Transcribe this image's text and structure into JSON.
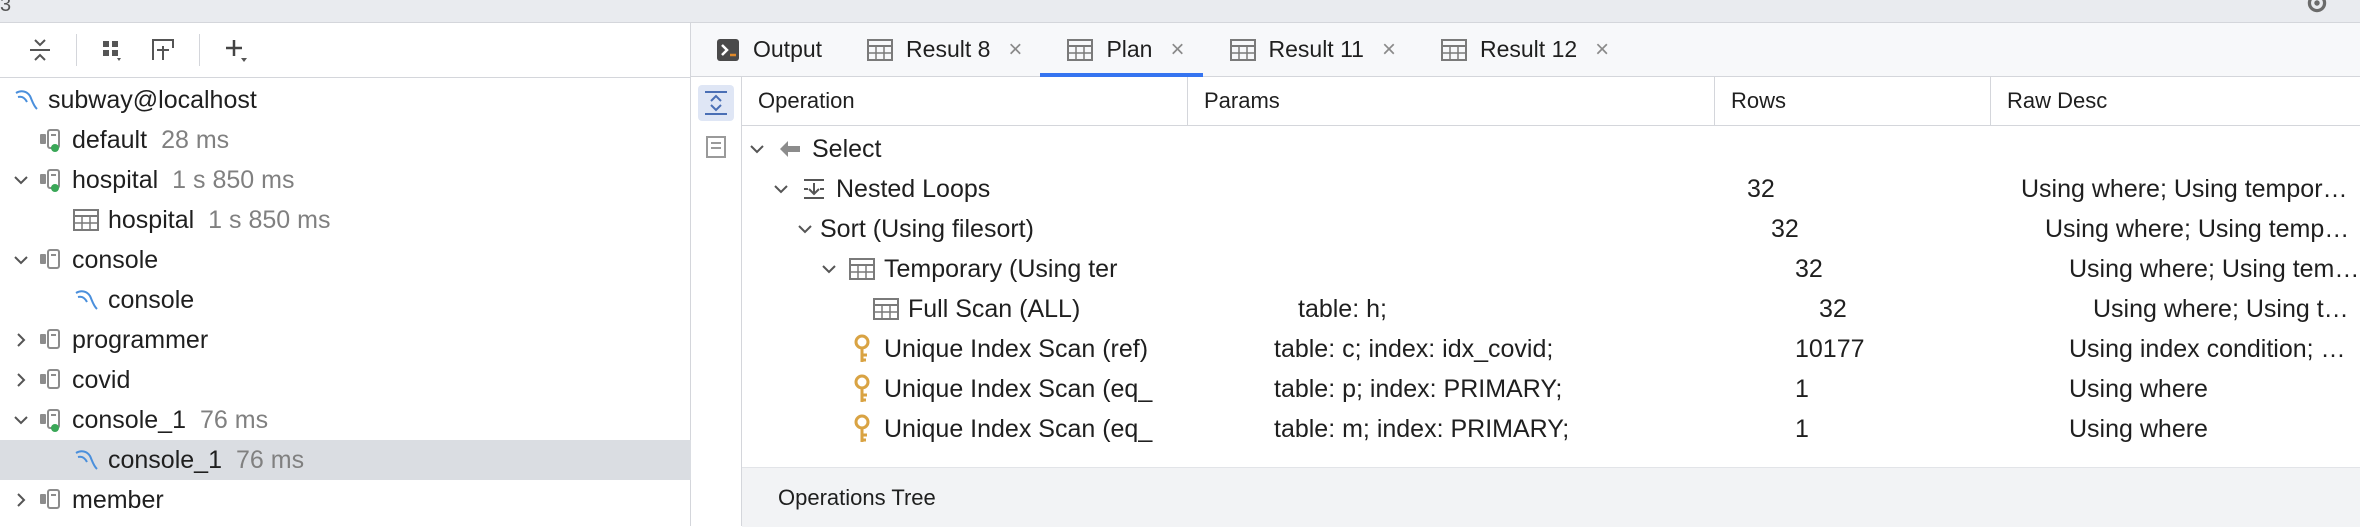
{
  "top": {
    "corner_text": "3"
  },
  "toolbar": {
    "buttons": [
      "collapse-all-icon",
      "group-icon",
      "new-console-icon",
      "add-icon"
    ]
  },
  "tree": [
    {
      "label": "subway@localhost",
      "time": "",
      "icon": "datasource-icon",
      "chevron": "",
      "level": 0
    },
    {
      "label": "default",
      "time": "28 ms",
      "icon": "session-icon",
      "chevron": "",
      "level": 1,
      "active": true
    },
    {
      "label": "hospital",
      "time": "1 s 850 ms",
      "icon": "session-icon",
      "chevron": "down",
      "level": 1,
      "active": true
    },
    {
      "label": "hospital",
      "time": "1 s 850 ms",
      "icon": "table-icon",
      "chevron": "",
      "level": 2
    },
    {
      "label": "console",
      "time": "",
      "icon": "session-icon",
      "chevron": "down",
      "level": 1
    },
    {
      "label": "console",
      "time": "",
      "icon": "console-icon",
      "chevron": "",
      "level": 2
    },
    {
      "label": "programmer",
      "time": "",
      "icon": "session-icon",
      "chevron": "right",
      "level": 1
    },
    {
      "label": "covid",
      "time": "",
      "icon": "session-icon",
      "chevron": "right",
      "level": 1
    },
    {
      "label": "console_1",
      "time": "76 ms",
      "icon": "session-icon",
      "chevron": "down",
      "level": 1,
      "active": true
    },
    {
      "label": "console_1",
      "time": "76 ms",
      "icon": "console-icon",
      "chevron": "",
      "level": 2,
      "selected": true
    },
    {
      "label": "member",
      "time": "",
      "icon": "session-icon",
      "chevron": "right",
      "level": 1
    }
  ],
  "tabs": [
    {
      "label": "Output",
      "icon": "output-icon",
      "closable": false,
      "active": false
    },
    {
      "label": "Result 8",
      "icon": "table-icon",
      "closable": true,
      "active": false
    },
    {
      "label": "Plan",
      "icon": "table-icon",
      "closable": true,
      "active": true
    },
    {
      "label": "Result 11",
      "icon": "table-icon",
      "closable": true,
      "active": false
    },
    {
      "label": "Result 12",
      "icon": "table-icon",
      "closable": true,
      "active": false
    }
  ],
  "grid": {
    "columns": [
      "Operation",
      "Params",
      "Rows",
      "Raw Desc"
    ],
    "rows": [
      {
        "op": "Select",
        "params": "",
        "rows": "",
        "raw": "",
        "indent": 0,
        "chevron": "down",
        "icon": "arrow-left-icon"
      },
      {
        "op": "Nested Loops",
        "params": "",
        "rows": "32",
        "raw": "Using where; Using tempora…",
        "indent": 1,
        "chevron": "down",
        "icon": "nested-loops-icon"
      },
      {
        "op": "Sort (Using filesort)",
        "params": "",
        "rows": "32",
        "raw": "Using where; Using tempora…",
        "indent": 2,
        "chevron": "down",
        "icon": ""
      },
      {
        "op": "Temporary (Using ter",
        "params": "",
        "rows": "32",
        "raw": "Using where; Using tempora…",
        "indent": 3,
        "chevron": "down",
        "icon": "table-icon"
      },
      {
        "op": "Full Scan (ALL)",
        "params": "table: h;",
        "rows": "32",
        "raw": "Using where; Using tempora…",
        "indent": 4,
        "chevron": "",
        "icon": "table-icon"
      },
      {
        "op": "Unique Index Scan (ref)",
        "params": "table: c; index: idx_covid;",
        "rows": "10177",
        "raw": "Using index condition; Using…",
        "indent": 3,
        "chevron": "",
        "icon": "key-icon"
      },
      {
        "op": "Unique Index Scan (eq_",
        "params": "table: p; index: PRIMARY;",
        "rows": "1",
        "raw": "Using where",
        "indent": 3,
        "chevron": "",
        "icon": "key-icon"
      },
      {
        "op": "Unique Index Scan (eq_",
        "params": "table: m; index: PRIMARY;",
        "rows": "1",
        "raw": "Using where",
        "indent": 3,
        "chevron": "",
        "icon": "key-icon"
      }
    ]
  },
  "bottom": {
    "tab_label": "Operations Tree"
  },
  "colors": {
    "accent": "#3574f0",
    "session_active": "#3aa757",
    "key": "#d9a343",
    "console": "#4a8fdc"
  }
}
